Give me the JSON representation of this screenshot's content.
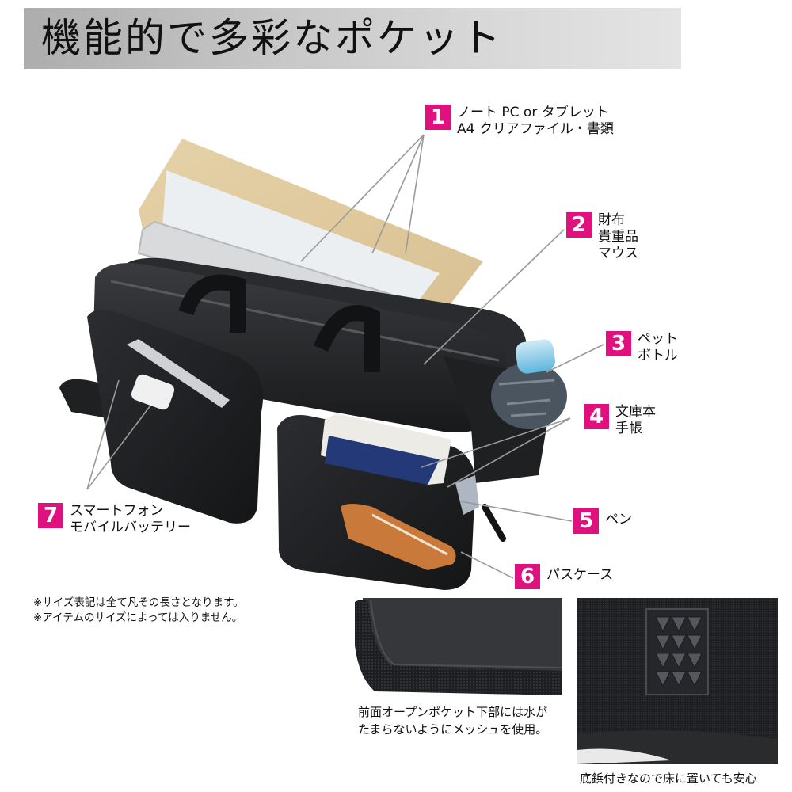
{
  "title": "機能的で多彩なポケット",
  "colors": {
    "badge": "#e0117f",
    "title_bar_left": "#adadad",
    "title_bar_right": "#e4e4e4",
    "leader_line": "#9a9a9a"
  },
  "callouts": [
    {
      "number": "1",
      "lines": [
        "ノート PC or タブレット",
        "A4 クリアファイル・書類"
      ]
    },
    {
      "number": "2",
      "lines": [
        "財布",
        "貴重品",
        "マウス"
      ]
    },
    {
      "number": "3",
      "lines": [
        "ペット",
        "ボトル"
      ]
    },
    {
      "number": "4",
      "lines": [
        "文庫本",
        "手帳"
      ]
    },
    {
      "number": "5",
      "lines": [
        "ペン"
      ]
    },
    {
      "number": "6",
      "lines": [
        "パスケース"
      ]
    },
    {
      "number": "7",
      "lines": [
        "スマートフォン",
        "モバイルバッテリー"
      ]
    }
  ],
  "notes": [
    "※サイズ表記は全て凡その長さとなります。",
    "※アイテムのサイズによっては入りません。"
  ],
  "detail_photos": [
    {
      "subject": "mesh-bottom-photo",
      "caption": "前面オープンポケット下部には水がたまらないようにメッシュを使用。"
    },
    {
      "subject": "bottom-studs-photo",
      "caption": "底鋲付きなので床に置いても安心"
    }
  ],
  "icons": {
    "main_image": "briefcase-bag-illustration"
  }
}
